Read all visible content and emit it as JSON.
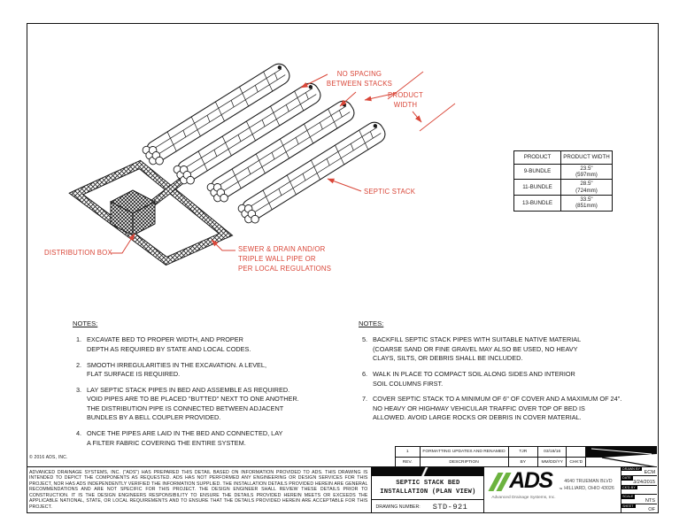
{
  "page": {
    "copyright": "© 2016 ADS, INC."
  },
  "drawing": {
    "annotation_color": "#D94638",
    "labels": {
      "no_spacing": "NO SPACING\nBETWEEN STACKS",
      "product_width": "PRODUCT\nWIDTH",
      "septic_stack": "SEPTIC STACK",
      "distribution_box": "DISTRIBUTION BOX",
      "sewer_drain": "SEWER & DRAIN AND/OR\nTRIPLE WALL PIPE OR\nPER LOCAL REGULATIONS"
    }
  },
  "product_table": {
    "headers": [
      "PRODUCT",
      "PRODUCT WIDTH"
    ],
    "rows": [
      {
        "product": "9-BUNDLE",
        "width": "23.5\"\n(597mm)"
      },
      {
        "product": "11-BUNDLE",
        "width": "28.5\"\n(724mm)"
      },
      {
        "product": "13-BUNDLE",
        "width": "33.5\"\n(851mm)"
      }
    ]
  },
  "notes_left": {
    "title": "NOTES:",
    "items": [
      {
        "num": "1.",
        "text": "EXCAVATE BED TO PROPER WIDTH, AND PROPER\nDEPTH AS REQUIRED BY STATE AND LOCAL CODES."
      },
      {
        "num": "2.",
        "text": "SMOOTH IRREGULARITIES IN THE EXCAVATION.  A LEVEL,\nFLAT SURFACE IS REQUIRED."
      },
      {
        "num": "3.",
        "text": "LAY SEPTIC STACK PIPES IN BED AND ASSEMBLE AS REQUIRED.\nVOID PIPES ARE TO BE PLACED \"BUTTED\" NEXT TO ONE ANOTHER.\nTHE DISTRIBUTION PIPE IS CONNECTED BETWEEN ADJACENT\nBUNDLES BY A BELL COUPLER PROVIDED."
      },
      {
        "num": "4.",
        "text": "ONCE THE PIPES ARE LAID IN THE BED AND CONNECTED, LAY\nA FILTER FABRIC COVERING THE ENTIRE SYSTEM."
      }
    ]
  },
  "notes_right": {
    "title": "NOTES:",
    "items": [
      {
        "num": "5.",
        "text": "BACKFILL SEPTIC STACK PIPES WITH SUITABLE NATIVE MATERIAL\n(COARSE SAND OR FINE GRAVEL MAY ALSO BE USED, NO HEAVY\nCLAYS, SILTS, OR DEBRIS SHALL BE INCLUDED."
      },
      {
        "num": "6.",
        "text": "WALK IN PLACE TO COMPACT SOIL ALONG SIDES AND INTERIOR\nSOIL COLUMNS FIRST."
      },
      {
        "num": "7.",
        "text": "COVER SEPTIC STACK TO A MINIMUM OF 6\" OF COVER AND A MAXIMUM OF 24\".\nNO HEAVY OR HIGHWAY VEHICULAR TRAFFIC OVER TOP OF BED IS\nALLOWED. AVOID LARGE ROCKS OR DEBRIS IN COVER MATERIAL."
      }
    ]
  },
  "revision_table": {
    "rows": [
      [
        "1",
        "FORMATTING UPDATES AND RENAMED",
        "TJR",
        "03/18/16",
        ""
      ],
      [
        "REV.",
        "DESCRIPTION",
        "BY",
        "MM/DD/YY",
        "CHK'D"
      ]
    ]
  },
  "disclaimer": "ADVANCED DRAINAGE SYSTEMS, INC. (\"ADS\") HAS PREPARED THIS DETAIL BASED ON INFORMATION PROVIDED TO ADS.  THIS DRAWING IS INTENDED TO DEPICT THE COMPONENTS AS REQUESTED.  ADS HAS NOT PERFORMED ANY ENGINEERING OR DESIGN SERVICES FOR THIS PROJECT, NOR HAS ADS INDEPENDENTLY VERIFIED THE INFORMATION SUPPLIED.  THE INSTALLATION DETAILS PROVIDED HEREIN ARE GENERAL RECOMMENDATIONS AND ARE NOT SPECIFIC FOR THIS PROJECT.  THE DESIGN ENGINEER SHALL REVIEW THESE DETAILS PRIOR TO CONSTRUCTION.  IT IS THE DESIGN ENGINEERS RESPONSIBILITY TO ENSURE THE DETAILS PROVIDED HEREIN MEETS OR EXCEEDS THE APPLICABLE NATIONAL, STATE, OR LOCAL REQUIREMENTS AND TO ENSURE THAT THE DETAILS PROVIDED HEREIN ARE ACCEPTABLE FOR THIS PROJECT.",
  "title_block": {
    "title": "SEPTIC STACK BED\nINSTALLATION (PLAN VIEW)",
    "drawing_number_label": "DRAWING NUMBER:",
    "drawing_number": "STD-921",
    "logo": {
      "text": "ADS",
      "tm": "™",
      "tagline": "Advanced Drainage Systems, Inc.",
      "green": "#6CB33F"
    },
    "address": "4640 TRUEMAN BLVD\nHILLIARD, OHIO 43026",
    "info": [
      {
        "label": "DRAWN BY",
        "value": "ECM"
      },
      {
        "label": "DATE",
        "value": "3/24/2015"
      },
      {
        "label": "CK'D BY",
        "value": ""
      },
      {
        "label": "SCALE",
        "value": "NTS"
      },
      {
        "label": "SHEET",
        "value": "OF"
      }
    ]
  }
}
